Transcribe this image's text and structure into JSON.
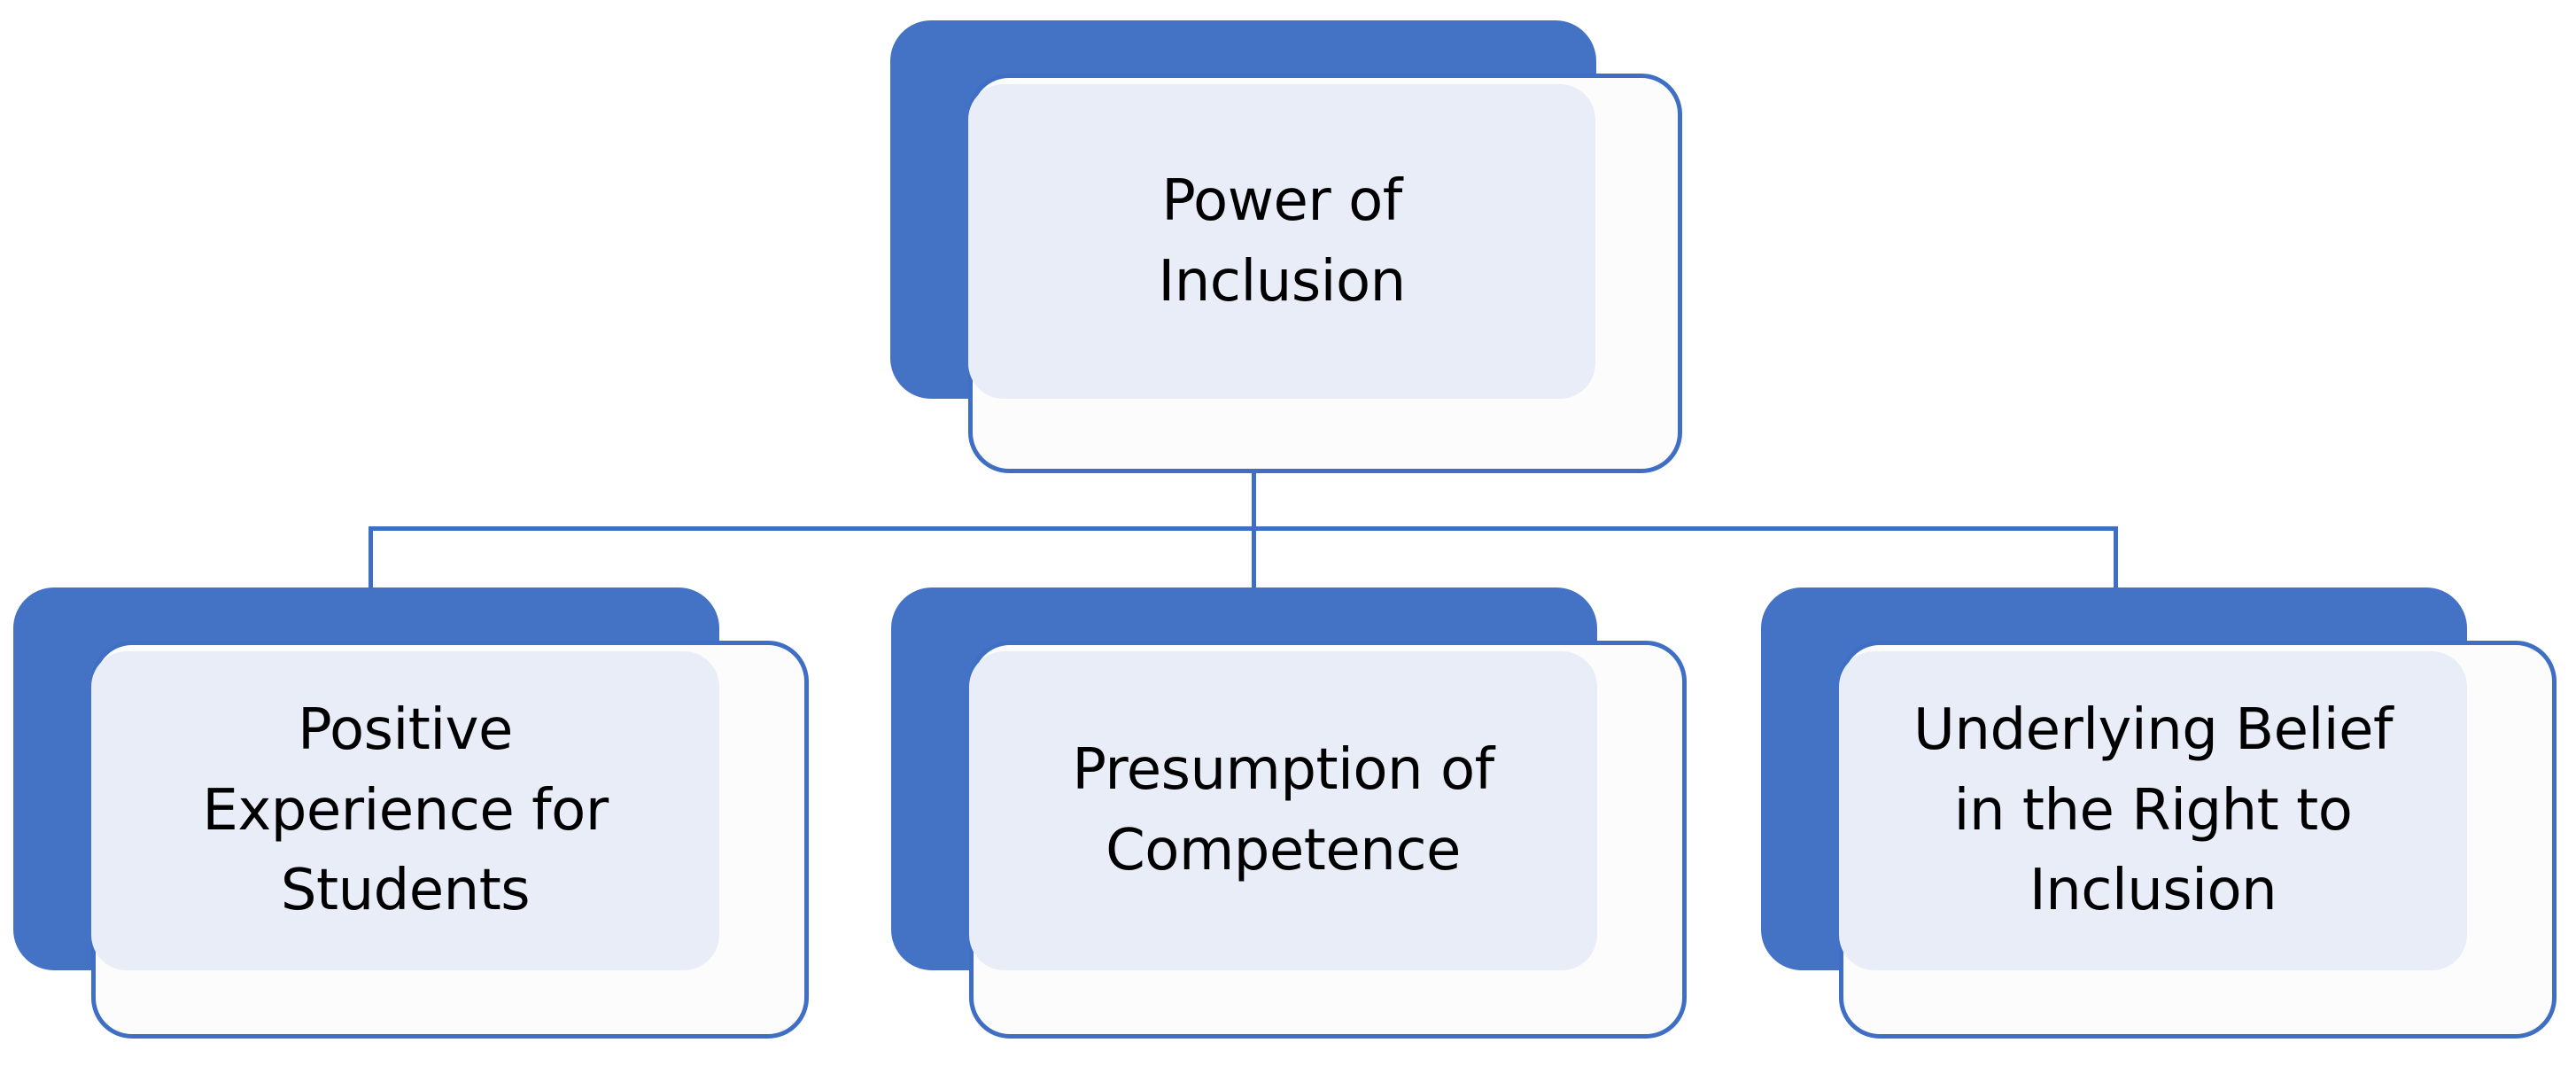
{
  "diagram": {
    "title": "Power of Inclusion hierarchy",
    "type": "org-chart",
    "colors": {
      "plate_blue": "#4472C4",
      "card_border": "#3F6FC4",
      "card_fill": "#FCFCFD",
      "inner_fill": "#E9EDF7",
      "text": "#000000",
      "background": "#FFFFFF",
      "connector": "#3F6FC4"
    },
    "root": {
      "id": "power-of-inclusion",
      "label": "Power of\nInclusion"
    },
    "children": [
      {
        "id": "positive-experience-for-students",
        "label": "Positive\nExperience for\nStudents"
      },
      {
        "id": "presumption-of-competence",
        "label": "Presumption of\nCompetence"
      },
      {
        "id": "underlying-belief-in-the-right-to-inclusion",
        "label": "Underlying Belief\nin the Right to\nInclusion"
      }
    ]
  }
}
